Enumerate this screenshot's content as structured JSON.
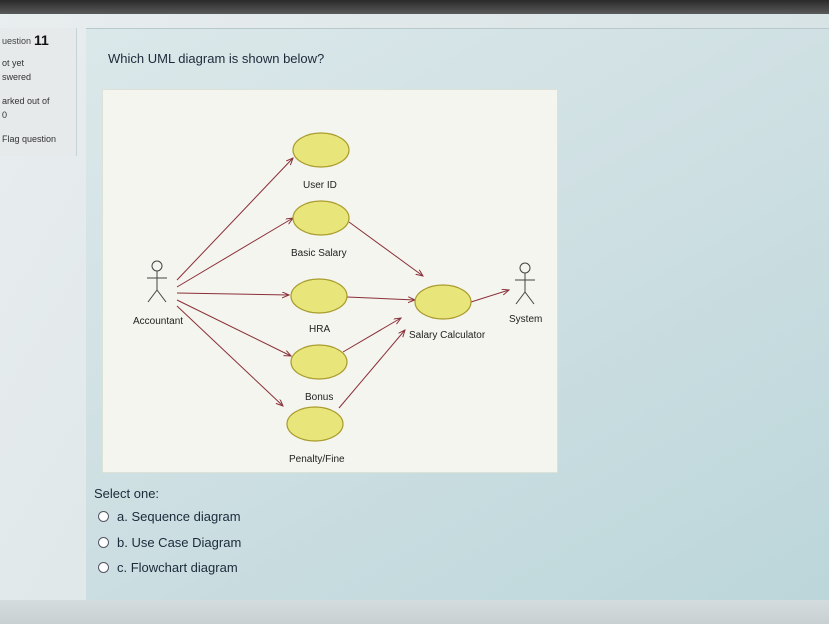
{
  "sidebar": {
    "question_label": "uestion",
    "question_number": "11",
    "status_line1": "ot yet",
    "status_line2": "swered",
    "marks_line1": "arked out of",
    "marks_line2": "0",
    "flag_label": "Flag question"
  },
  "question": {
    "text": "Which UML diagram is shown below?",
    "diagram": {
      "actors": [
        "Accountant",
        "System"
      ],
      "use_cases": [
        "User ID",
        "Basic Salary",
        "HRA",
        "Bonus",
        "Penalty/Fine",
        "Salary Calculator"
      ]
    },
    "select_prompt": "Select one:",
    "options": [
      {
        "label": "a. Sequence diagram"
      },
      {
        "label": "b. Use Case Diagram"
      },
      {
        "label": "c. Flowchart diagram"
      }
    ]
  },
  "colors": {
    "usecase_fill": "#e8e57a",
    "usecase_stroke": "#a89a2a",
    "arrow": "#8a2f3a"
  }
}
